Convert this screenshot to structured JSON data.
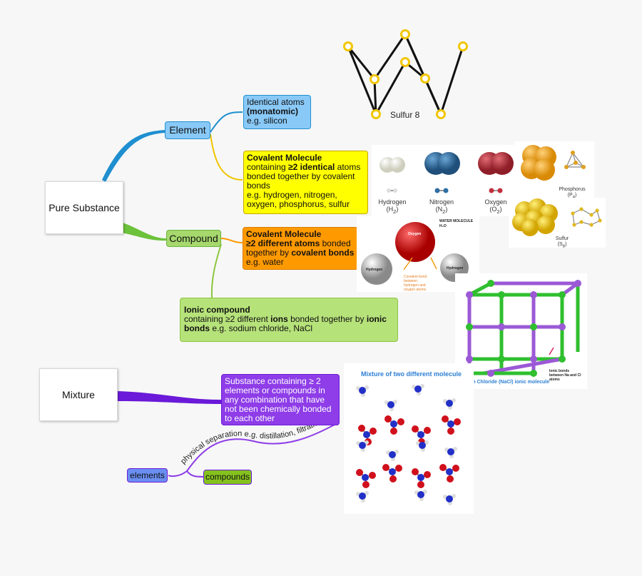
{
  "colors": {
    "element": "#89c9f7",
    "compound": "#a6d86d",
    "covalent_identical": "#ffff00",
    "covalent_different": "#ff9900",
    "ionic": "#b6e27a",
    "mixture": "#8e3de8",
    "elements_leaf": "#6a8ef2",
    "compounds_leaf": "#86c21f",
    "sulfur_ring": "#f2c600"
  },
  "root_nodes": {
    "pure_substance": "Pure Substance",
    "mixture": "Mixture"
  },
  "topics": {
    "element": "Element",
    "compound": "Compound",
    "elements": "elements",
    "compounds": "compounds"
  },
  "monatomic": {
    "line1": "Identical atoms",
    "line2": "(monatomic)",
    "line3": "e.g. silicon"
  },
  "covalent_identical": {
    "title": "Covalent Molecule",
    "pre": "containing ",
    "strong": "≥2 identical",
    "post": " atoms bonded together by covalent bonds",
    "example": "e.g. hydrogen, nitrogen, oxygen, phosphorus, sulfur"
  },
  "covalent_different": {
    "title": "Covalent Molecule",
    "strong1": "≥2 different atoms",
    "mid": " bonded together by ",
    "strong2": "covalent bonds",
    "example": "e.g. water"
  },
  "ionic": {
    "title": "Ionic compound",
    "pre": "containing ≥2 different ",
    "strong1": "ions",
    "mid": " bonded together by ",
    "strong2": "ionic bonds",
    "post": " e.g. sodium chloride, NaCl"
  },
  "mixture_desc": "Substance containing ≥ 2 elements or compounds in any combination that have not been chemically bonded to each other",
  "separation_label": "physical separation e.g. distillation, filtration",
  "sulfur8_label": "Sulfur 8",
  "diatomic": [
    {
      "name": "Hydrogen",
      "formula": "(H",
      "sub": "2",
      "close": ")",
      "color": "#e7e7dc"
    },
    {
      "name": "Nitrogen",
      "formula": "(N",
      "sub": "2",
      "close": ")",
      "color": "#2f6fa3"
    },
    {
      "name": "Oxygen",
      "formula": "(O",
      "sub": "2",
      "close": ")",
      "color": "#c1303c"
    }
  ],
  "phosphorus": {
    "name": "Phosphorus",
    "formula": "(P",
    "sub": "4",
    "close": ")"
  },
  "sulfur": {
    "name": "Sulfur",
    "formula": "(S",
    "sub": "8",
    "close": ")"
  },
  "water": {
    "title": "WATER MOLECULE",
    "formula": "H₂O",
    "oxygen": "Oxygen",
    "hydrogen_left": "Hydrogen",
    "hydrogen_right": "Hydrogen",
    "bond_note": "Covalent bond between hydrogen and oxygen atoms"
  },
  "nacl": {
    "caption": "Sodium Chloride (NaCl) ionic molecule",
    "note": "Ionic bonds between Na and Cl atoms"
  },
  "mixture_image": {
    "caption": "Mixture of two different molecule"
  }
}
